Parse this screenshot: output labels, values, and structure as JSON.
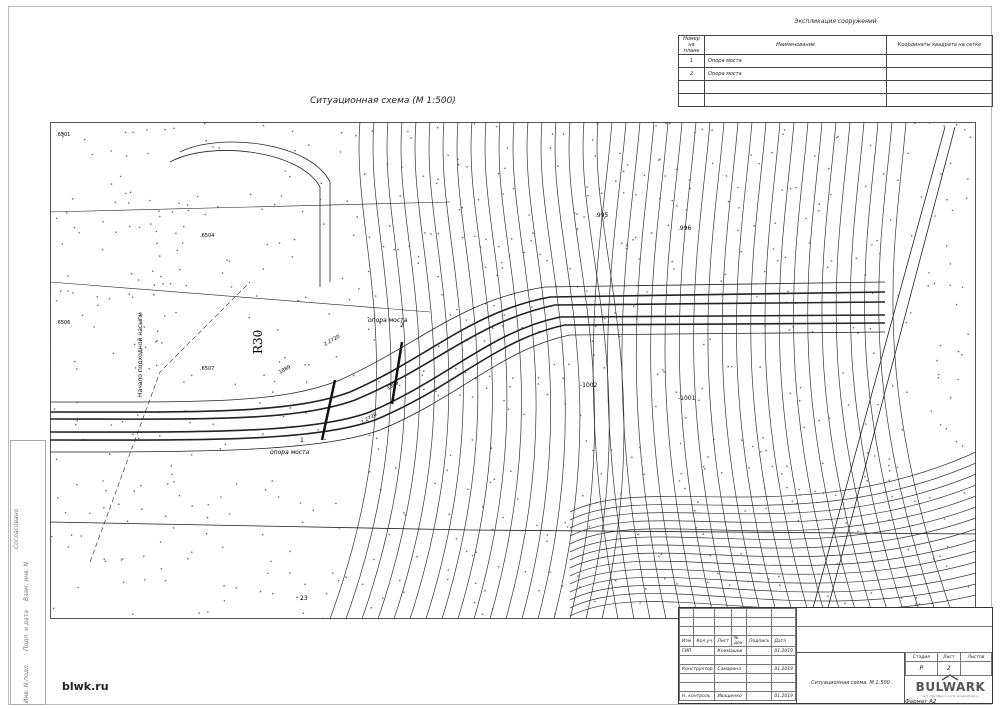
{
  "explication": {
    "title": "Экспликация сооружений",
    "headers": [
      "Номер на плане",
      "Наименование",
      "Координаты квадрата на сетке"
    ],
    "rows": [
      {
        "num": "1",
        "name": "Опора моста",
        "coords": ""
      },
      {
        "num": "2",
        "name": "Опора моста",
        "coords": ""
      }
    ]
  },
  "drawing": {
    "title": "Ситуационная схема (М 1:500)",
    "labels": {
      "support1": "опора моста",
      "support2": "опора моста",
      "radius": "R30",
      "num1": "1",
      "num2": "2",
      "num23": "23",
      "dim1": "2.2720",
      "dim2": "2.2720",
      "dim3": "1889",
      "dim4": "1889",
      "mark1": "-1002",
      "mark2": "-1001",
      "mark3": ".995",
      "mark4": ".996",
      "mark5": ".6507",
      "mark6": ".6504",
      "mark7": ".6506",
      "mark8": ".6501",
      "start": "Начало подходной насыпи"
    }
  },
  "titleblock": {
    "headers": [
      "Изм",
      "Кол.уч",
      "Лист",
      "№ док",
      "Подпись",
      "Дата"
    ],
    "people": [
      {
        "role": "ГИП",
        "name": "Климашов",
        "date": "01.2019"
      },
      {
        "role": "Конструктор",
        "name": "Самарина",
        "date": "01.2019"
      },
      {
        "role": "Н. контроль",
        "name": "Иващенко",
        "date": "01.2019"
      }
    ],
    "stage_header": "Стадия",
    "sheet_header": "Лист",
    "sheets_header": "Листов",
    "stage": "Р",
    "sheet": "2",
    "sheets": "",
    "drawing_name": "Ситуационная схема. М 1:500",
    "company": "BULWARK",
    "company_contacts": "сайт: http://blwk.ru  почта: bulwark@blwk.ru",
    "format": "Формат А2"
  },
  "stamp": [
    "Согласовано",
    "Взам. инв. N",
    "Подп. и дата",
    "Инв. N подл."
  ],
  "watermark": "blwk.ru"
}
